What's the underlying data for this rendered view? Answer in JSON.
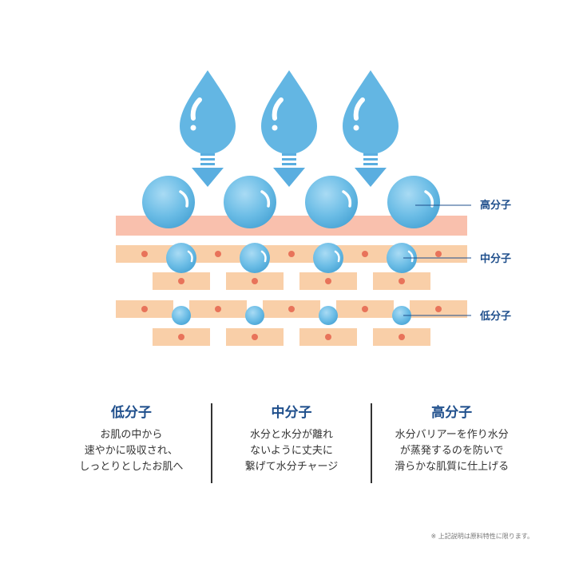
{
  "diagram": {
    "labels": {
      "high": "高分子",
      "mid": "中分子",
      "low": "低分子"
    },
    "colors": {
      "drop": "#63b6e3",
      "surface_layer": "#f9c0ad",
      "cell": "#f9cfa8",
      "nucleus": "#e8735a",
      "label": "#1f4f8c"
    }
  },
  "columns": [
    {
      "title": "低分子",
      "lines": [
        "お肌の中から",
        "速やかに吸収され、",
        "しっとりとしたお肌へ"
      ]
    },
    {
      "title": "中分子",
      "lines": [
        "水分と水分が離れ",
        "ないように丈夫に",
        "繋げて水分チャージ"
      ]
    },
    {
      "title": "高分子",
      "lines": [
        "水分バリアーを作り水分",
        "が蒸発するのを防いで",
        "滑らかな肌質に仕上げる"
      ]
    }
  ],
  "note": "※ 上記説明は原料特性に限ります。"
}
